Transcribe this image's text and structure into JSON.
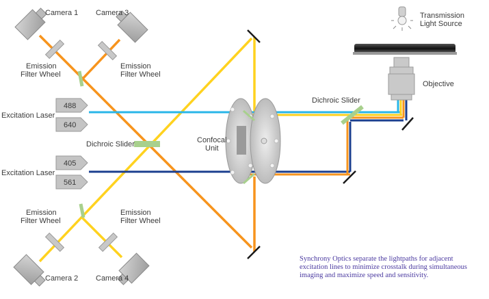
{
  "labels": {
    "camera_1": "Camera 1",
    "camera_2": "Camera 2",
    "camera_3": "Camera 3",
    "camera_4": "Camera 4",
    "emission_filter_wheel": [
      "Emission",
      "Filter Wheel"
    ],
    "excitation_laser": "Excitation Laser",
    "laser_488": "488",
    "laser_640": "640",
    "laser_405": "405",
    "laser_561": "561",
    "dichroic_slider": "Dichroic Slider",
    "confocal_unit": [
      "Confocal",
      "Unit"
    ],
    "transmission_light_source": [
      "Transmission",
      "Light Source"
    ],
    "objective": "Objective"
  },
  "caption": "Synchrony Optics separate the lightpaths for adjacent excitation lines to minimize crosstalk during simultaneous imaging and maximize speed and sensitivity.",
  "colors": {
    "orange": "#f7941d",
    "yellow": "#ffd21f",
    "cyan": "#29b6e8",
    "navy": "#1b3f8f",
    "green_filter": "#a8d08d",
    "device_grey": "#b7b7b7",
    "caption_text": "#4b3aa0"
  },
  "icons": [
    "camera-icon",
    "filter-wheel-icon",
    "mirror-icon",
    "laser-head-icon",
    "light-bulb-icon",
    "objective-icon",
    "stage-icon",
    "confocal-disk-icon"
  ]
}
